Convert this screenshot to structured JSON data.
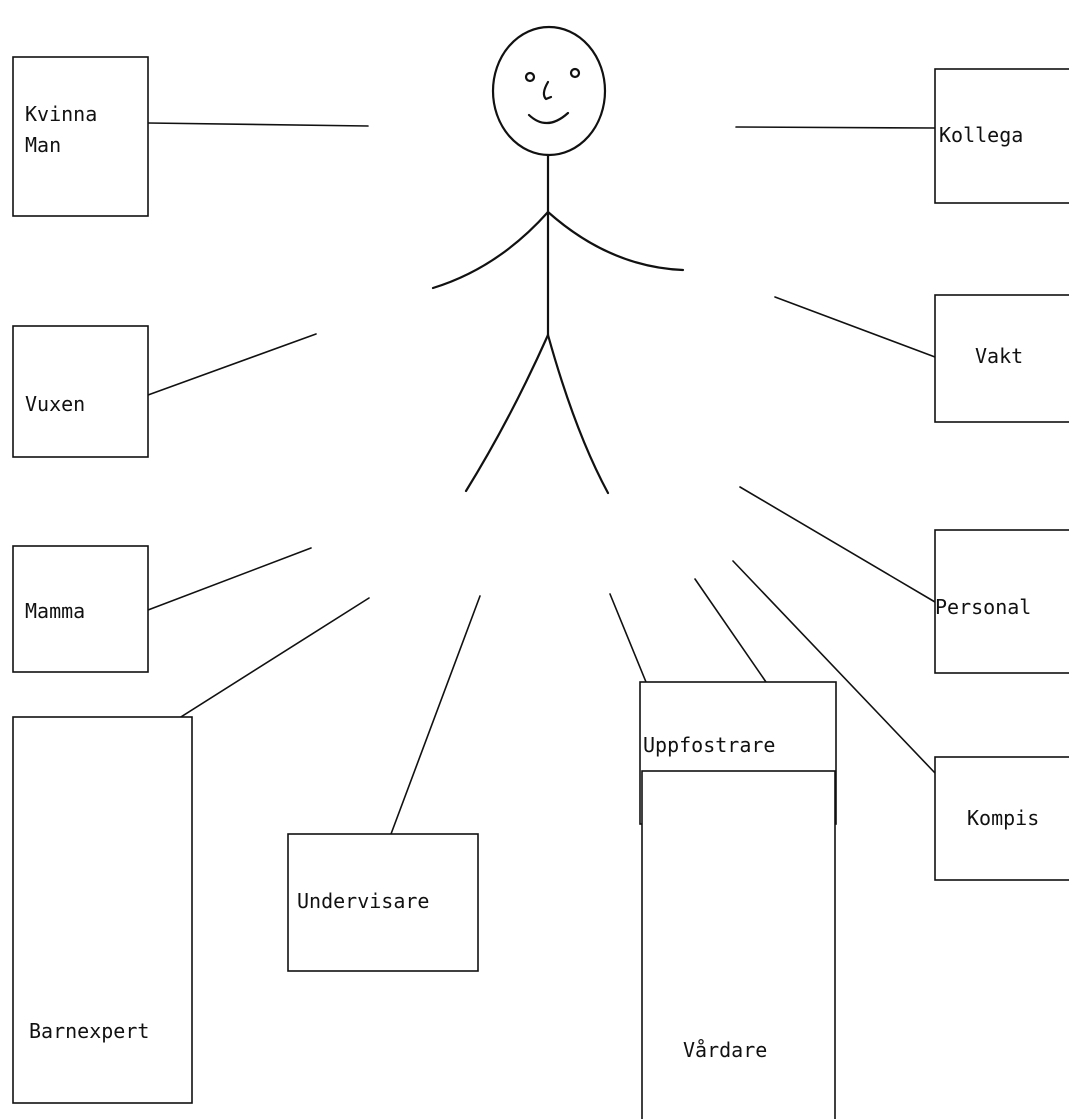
{
  "roles": {
    "kvinna_man": {
      "line1": "Kvinna",
      "line2": "Man"
    },
    "kollega": "Kollega",
    "vuxen": "Vuxen",
    "vakt": "Vakt",
    "mamma": "Mamma",
    "personal": "Personal",
    "uppfostrare": "Uppfostrare",
    "kompis": "Kompis",
    "undervisare": "Undervisare",
    "barnexpert": "Barnexpert",
    "vardare": "Vårdare"
  }
}
